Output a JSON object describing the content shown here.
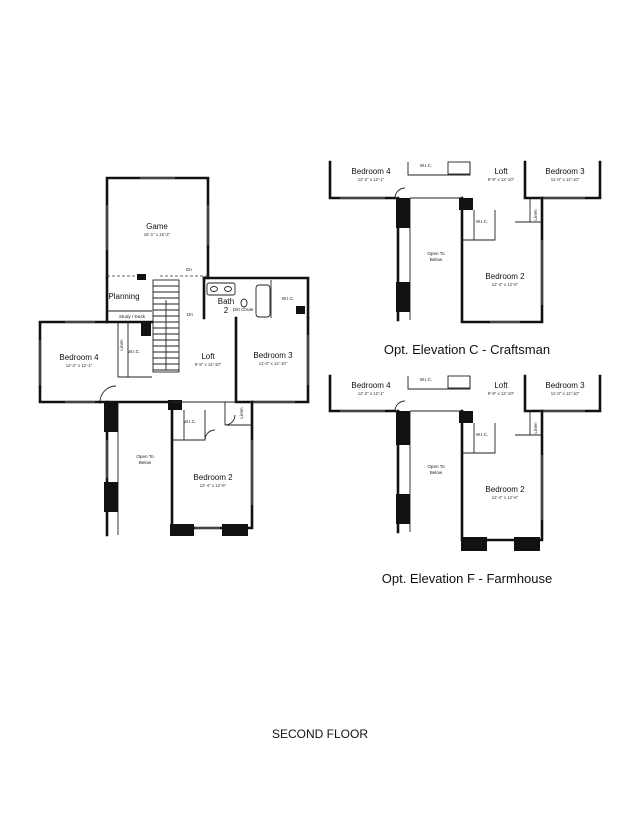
{
  "title": "SECOND FLOOR",
  "main_plan": {
    "game": {
      "name": "Game",
      "dims": "16'-1\" x 15'-2\""
    },
    "planning": {
      "name": "Planning"
    },
    "study_desk": "Study / Desk",
    "bath": {
      "name": "Bath",
      "number": "2"
    },
    "dirt_chute": "Dirt Chute",
    "loft": {
      "name": "Loft",
      "dims": "9'-9\" x 12'-10\""
    },
    "bedroom4": {
      "name": "Bedroom 4",
      "dims": "12'-2\" x 12'-1\""
    },
    "bedroom3": {
      "name": "Bedroom 3",
      "dims": "11'-0\" x 12'-10\""
    },
    "bedroom2": {
      "name": "Bedroom 2",
      "dims": "12'-4\" x 12'-6\""
    },
    "open_to_below": "Open To Below",
    "wic": "W.I.C.",
    "linen": "Linen",
    "up": "Dn",
    "dn": "Dn"
  },
  "elev_c": {
    "caption": "Opt. Elevation C - Craftsman",
    "bedroom4": {
      "name": "Bedroom 4",
      "dims": "12'-2\" x 12'-1\""
    },
    "loft": {
      "name": "Loft",
      "dims": "9'-9\" x 12'-10\""
    },
    "bedroom3": {
      "name": "Bedroom 3",
      "dims": "11'-0\" x 12'-10\""
    },
    "bedroom2": {
      "name": "Bedroom 2",
      "dims": "12'-4\" x 12'-6\""
    },
    "open_to_below": "Open To Below",
    "wic": "W.I.C.",
    "linen": "Linen"
  },
  "elev_f": {
    "caption": "Opt. Elevation F - Farmhouse",
    "bedroom4": {
      "name": "Bedroom 4",
      "dims": "12'-2\" x 12'-1\""
    },
    "loft": {
      "name": "Loft",
      "dims": "9'-9\" x 12'-10\""
    },
    "bedroom3": {
      "name": "Bedroom 3",
      "dims": "11'-0\" x 12'-10\""
    },
    "bedroom2": {
      "name": "Bedroom 2",
      "dims": "12'-4\" x 12'-6\""
    },
    "open_to_below": "Open To Below",
    "wic": "W.I.C.",
    "linen": "Linen"
  }
}
